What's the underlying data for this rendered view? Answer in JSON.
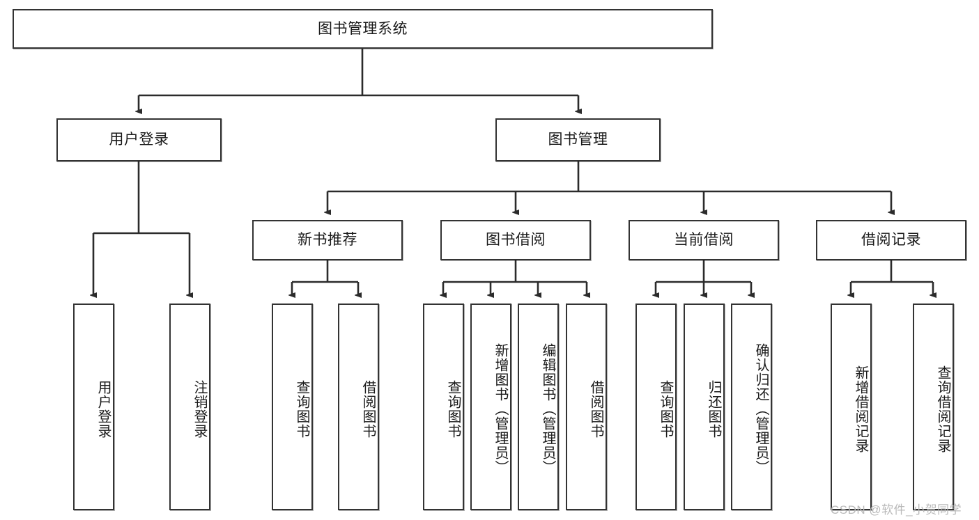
{
  "diagram": {
    "title": "图书管理系统",
    "type": "tree-hierarchy-diagram",
    "watermark": "CSDN @软件_小贺同学",
    "colors": {
      "box_border": "#333333",
      "box_fill": "#ffffff",
      "edge": "#2b2b2b",
      "text": "#1a1a1a",
      "watermark": "#b9b9b9",
      "page_background": "#ffffff"
    },
    "root": {
      "label": "图书管理系统"
    },
    "level2": [
      {
        "label": "用户登录"
      },
      {
        "label": "图书管理"
      }
    ],
    "level3": [
      {
        "label": "新书推荐"
      },
      {
        "label": "图书借阅"
      },
      {
        "label": "当前借阅"
      },
      {
        "label": "借阅记录"
      }
    ],
    "leaves": {
      "user_login": [
        {
          "label": "用户登录"
        },
        {
          "label": "注销登录"
        }
      ],
      "new_book_recommend": [
        {
          "label": "查询图书"
        },
        {
          "label": "借阅图书"
        }
      ],
      "book_borrow": [
        {
          "label": "查询图书"
        },
        {
          "label": "新增图书（管理员）"
        },
        {
          "label": "编辑图书（管理员）"
        },
        {
          "label": "借阅图书"
        }
      ],
      "current_borrow": [
        {
          "label": "查询图书"
        },
        {
          "label": "归还图书"
        },
        {
          "label": "确认归还（管理员）"
        }
      ],
      "borrow_record": [
        {
          "label": "新增借阅记录"
        },
        {
          "label": "查询借阅记录"
        }
      ]
    }
  }
}
